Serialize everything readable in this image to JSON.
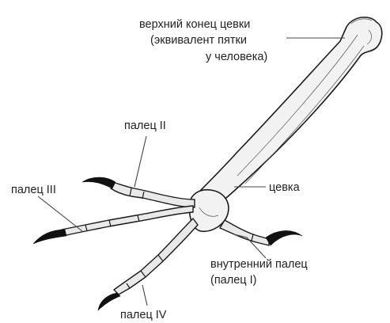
{
  "labels": {
    "upper_end_line1": "верхний конец цевки",
    "upper_end_line2": "(эквивалент пятки",
    "upper_end_line3": "у человека)",
    "toe_2": "палец II",
    "toe_3": "палец III",
    "tarsus": "цевка",
    "inner_toe_line1": "внутренний палец",
    "inner_toe_line2": "(палец I)",
    "toe_4": "палец IV"
  }
}
